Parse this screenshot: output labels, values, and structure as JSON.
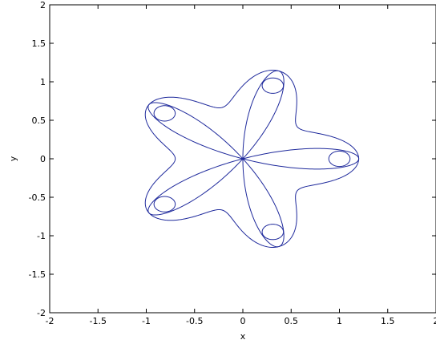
{
  "chart_data": {
    "type": "line",
    "title": "",
    "xlabel": "x",
    "ylabel": "y",
    "xlim": [
      -2,
      2
    ],
    "ylim": [
      -2,
      2
    ],
    "grid": false,
    "x_ticks": [
      "-2",
      "-1.5",
      "-1",
      "-0.5",
      "0",
      "0.5",
      "1",
      "1.5",
      "2"
    ],
    "y_ticks": [
      "-2",
      "-1.5",
      "-1",
      "-0.5",
      "0",
      "0.5",
      "1",
      "1.5",
      "2"
    ],
    "x_tick_values": [
      -2,
      -1.5,
      -1,
      -0.5,
      0,
      0.5,
      1,
      1.5,
      2
    ],
    "y_tick_values": [
      -2,
      -1.5,
      -1,
      -0.5,
      0,
      0.5,
      1,
      1.5,
      2
    ],
    "line_color": "#1f2a9c",
    "curves": [
      {
        "kind": "outer-boundary",
        "symmetry": 5,
        "base_radius": 0.95,
        "lobe_amplitude": 0.25,
        "phase_deg": 0
      },
      {
        "kind": "petal-rose",
        "petals": 5,
        "max_radius": 1.2,
        "phase_deg": 0
      },
      {
        "kind": "small-loop",
        "center": [
          1.0,
          0.0
        ],
        "rx": 0.11,
        "ry": 0.1
      },
      {
        "kind": "small-loop",
        "center": [
          0.31,
          0.95
        ],
        "rx": 0.11,
        "ry": 0.1
      },
      {
        "kind": "small-loop",
        "center": [
          -0.81,
          0.59
        ],
        "rx": 0.11,
        "ry": 0.1
      },
      {
        "kind": "small-loop",
        "center": [
          -0.81,
          -0.59
        ],
        "rx": 0.11,
        "ry": 0.1
      },
      {
        "kind": "small-loop",
        "center": [
          0.31,
          -0.95
        ],
        "rx": 0.11,
        "ry": 0.1
      }
    ]
  }
}
